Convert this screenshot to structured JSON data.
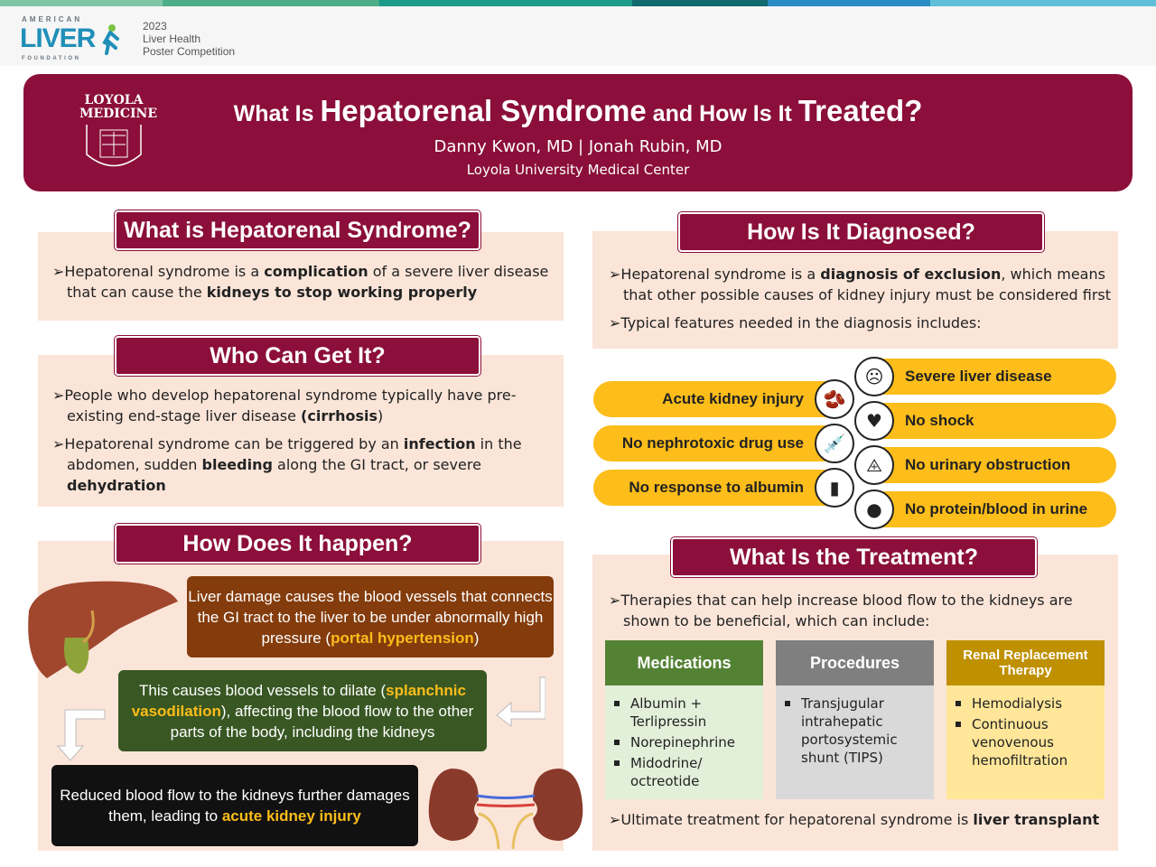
{
  "header": {
    "alf_top": "AMERICAN",
    "alf_main": "LIVER",
    "alf_bottom": "FOUNDATION",
    "competition": [
      "2023",
      "Liver Health",
      "Poster Competition"
    ]
  },
  "banner": {
    "logo_lines": [
      "LOYOLA",
      "MEDICINE"
    ],
    "title_a": "What Is ",
    "title_b": "Hepatorenal Syndrome",
    "title_c": " and How Is It ",
    "title_d": "Treated?",
    "authors": "Danny Kwon, MD | Jonah Rubin, MD",
    "institution": "Loyola University Medical Center"
  },
  "what": {
    "heading": "What is Hepatorenal Syndrome?",
    "t1": "➢Hepatorenal syndrome is a ",
    "b1": "complication",
    "t2": " of a severe liver disease that can cause the ",
    "b2": "kidneys to stop working properly"
  },
  "who": {
    "heading": "Who Can Get It?",
    "p1a": "➢People who develop hepatorenal syndrome typically have pre-existing end-stage liver disease ",
    "p1b": "(cirrhosis",
    "p1c": ")",
    "p2a": "➢Hepatorenal syndrome can be triggered by an ",
    "p2b": "infection",
    "p2c": " in the abdomen, sudden ",
    "p2d": "bleeding",
    "p2e": " along the GI tract, or severe ",
    "p2f": "dehydration"
  },
  "how": {
    "heading": "How Does It happen?",
    "s1a": "Liver damage causes the blood vessels that connects the GI tract to the liver to be under abnormally high pressure (",
    "s1b": "portal hypertension",
    "s1c": ")",
    "s2a": "This causes blood vessels to dilate (",
    "s2b": "splanchnic vasodilation",
    "s2c": "), affecting the blood flow to the other parts of the body, including the kidneys",
    "s3a": "Reduced blood flow to the kidneys further damages them, leading to ",
    "s3b": "acute kidney injury"
  },
  "diag": {
    "heading": "How Is It Diagnosed?",
    "p1a": "➢Hepatorenal syndrome is a ",
    "p1b": "diagnosis of exclusion",
    "p1c": ", which means that other possible causes of kidney injury must be considered first",
    "p2": "➢Typical features needed in the diagnosis includes:",
    "left": [
      "Acute kidney injury",
      "No nephrotoxic drug use",
      "No response to albumin"
    ],
    "right": [
      "Severe liver disease",
      "No shock",
      "No urinary obstruction",
      "No protein/blood in urine"
    ]
  },
  "treat": {
    "heading": "What Is the Treatment?",
    "intro": "➢Therapies that can help increase blood flow to the kidneys are shown to be beneficial, which can include:",
    "columns": [
      {
        "title": "Medications",
        "items": [
          "Albumin + Terlipressin",
          "Norepinephrine",
          "Midodrine/ octreotide"
        ]
      },
      {
        "title": "Procedures",
        "items": [
          "Transjugular intrahepatic portosystemic shunt (TIPS)"
        ]
      },
      {
        "title": "Renal Replacement Therapy",
        "items": [
          "Hemodialysis",
          "Continuous venovenous hemofiltration"
        ]
      }
    ],
    "final_a": "➢Ultimate treatment for hepatorenal syndrome is ",
    "final_b": "liver transplant"
  },
  "colors": {
    "maroon": "#8b0f3a",
    "peach": "#fbe5d9",
    "yellow": "#fdbd1a",
    "green": "#548235",
    "gray": "#7f7f7f",
    "gold": "#bf9000"
  }
}
